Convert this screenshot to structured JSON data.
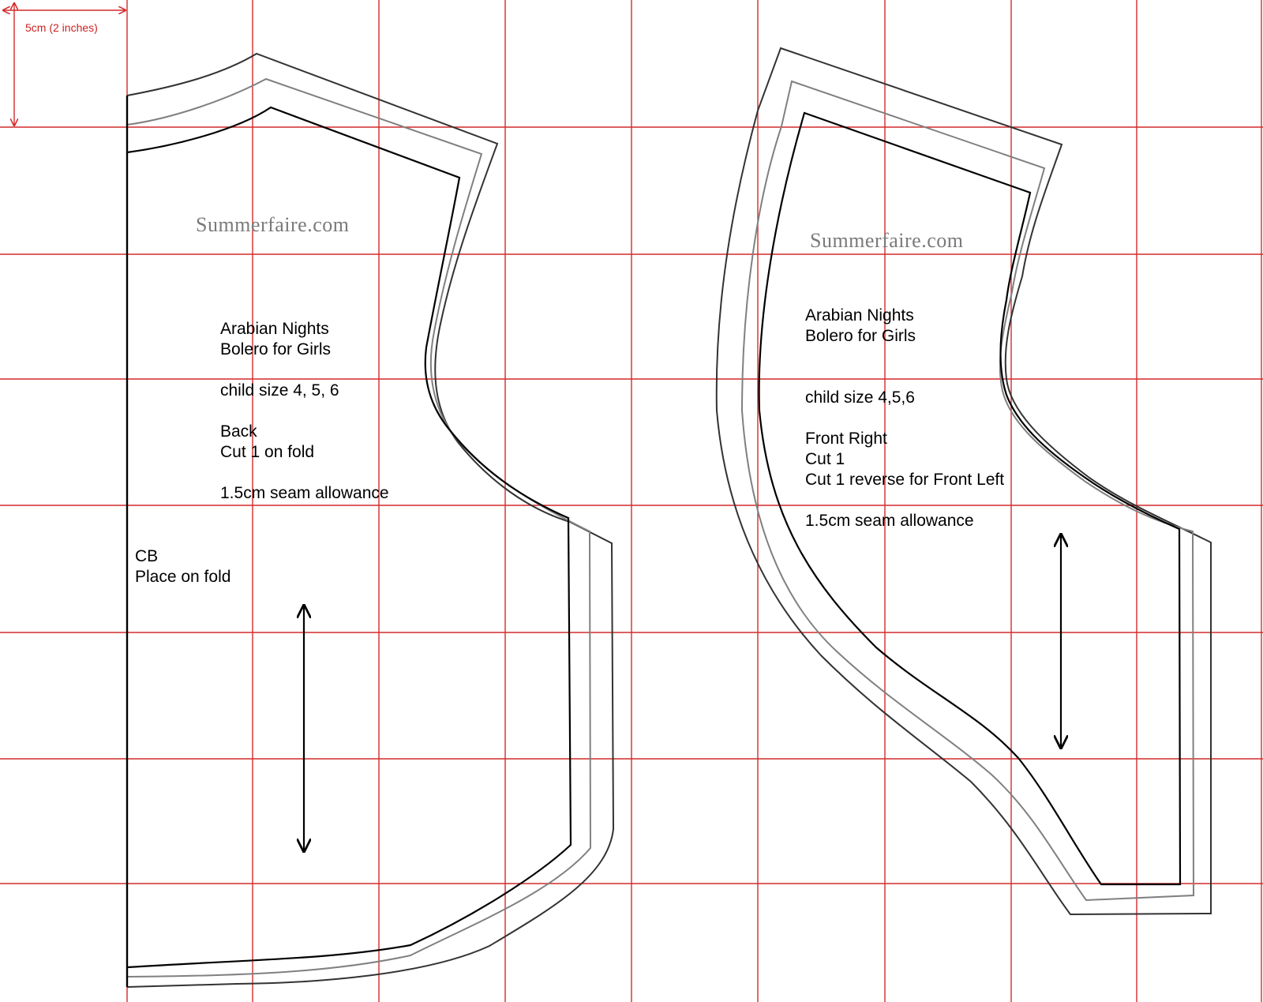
{
  "grid": {
    "color": "#d42a2a",
    "scale_label": "5cm (2 inches)"
  },
  "back_piece": {
    "watermark": "Summerfaire.com",
    "title_line1": "Arabian Nights",
    "title_line2": "Bolero for Girls",
    "size": "child size 4, 5, 6",
    "piece_name": "Back",
    "cut": "Cut 1 on fold",
    "seam": "1.5cm seam allowance",
    "fold_line1": "CB",
    "fold_line2": "Place on fold"
  },
  "front_piece": {
    "watermark": "Summerfaire.com",
    "title_line1": "Arabian Nights",
    "title_line2": "Bolero for Girls",
    "size": "child size 4,5,6",
    "piece_name": "Front Right",
    "cut1": "Cut 1",
    "cut2": "Cut 1 reverse for Front Left",
    "seam": "1.5cm seam allowance"
  },
  "colors": {
    "cut_line": "#333333",
    "seam_line": "#808080",
    "stitch_line": "#000000"
  },
  "icons": [
    "grainline-arrow",
    "scale-arrow"
  ]
}
